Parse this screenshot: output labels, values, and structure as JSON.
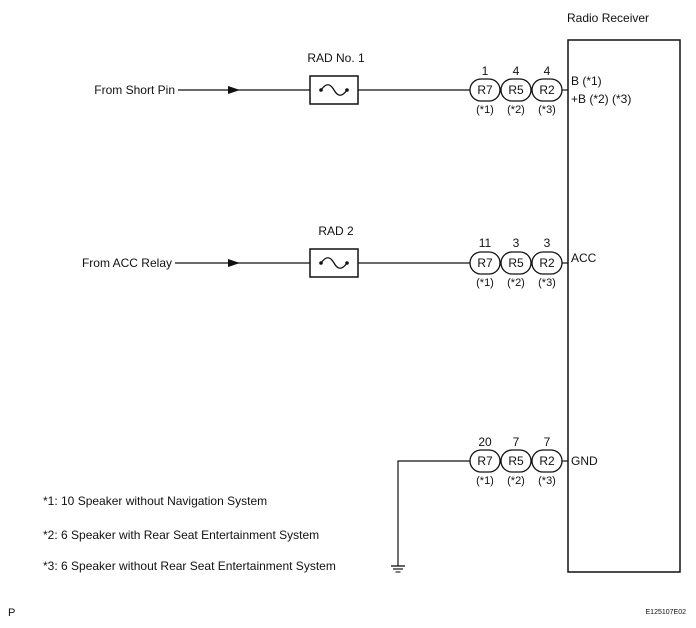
{
  "receiver": {
    "title": "Radio Receiver"
  },
  "fuses": [
    {
      "name": "RAD No. 1"
    },
    {
      "name": "RAD 2"
    }
  ],
  "circuits": [
    {
      "source": "From Short Pin",
      "terminal_label": [
        "B (*1)",
        "+B (*2) (*3)"
      ],
      "pins": [
        {
          "connector": "R7",
          "number": "1",
          "note": "(*1)"
        },
        {
          "connector": "R5",
          "number": "4",
          "note": "(*2)"
        },
        {
          "connector": "R2",
          "number": "4",
          "note": "(*3)"
        }
      ]
    },
    {
      "source": "From ACC Relay",
      "terminal_label": [
        "ACC"
      ],
      "pins": [
        {
          "connector": "R7",
          "number": "11",
          "note": "(*1)"
        },
        {
          "connector": "R5",
          "number": "3",
          "note": "(*2)"
        },
        {
          "connector": "R2",
          "number": "3",
          "note": "(*3)"
        }
      ]
    },
    {
      "source": "",
      "terminal_label": [
        "GND"
      ],
      "pins": [
        {
          "connector": "R7",
          "number": "20",
          "note": "(*1)"
        },
        {
          "connector": "R5",
          "number": "7",
          "note": "(*2)"
        },
        {
          "connector": "R2",
          "number": "7",
          "note": "(*3)"
        }
      ]
    }
  ],
  "notes": [
    "*1: 10 Speaker without Navigation System",
    "*2: 6 Speaker with Rear Seat Entertainment System",
    "*3: 6 Speaker without Rear Seat Entertainment System"
  ],
  "corner": {
    "left": "P",
    "right": "E125107E02"
  }
}
